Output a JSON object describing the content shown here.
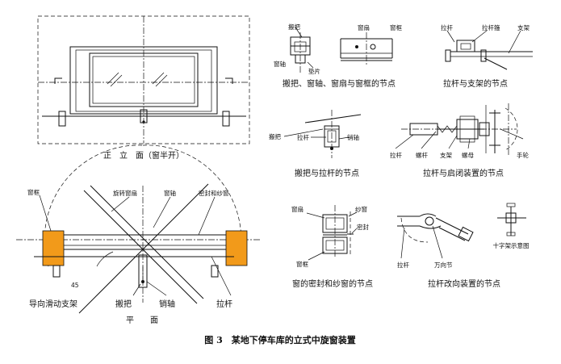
{
  "figure_caption": "图 3　某地下停车库的立式中旋窗装置",
  "elevation": {
    "caption": "正　立　面（窗半开）"
  },
  "plan": {
    "caption": "平　　面",
    "labels": {
      "frame": "窗框",
      "rotating_sash": "旋转窗扇",
      "axle": "窗轴",
      "seal_screen": "密封和纱窗",
      "angle": "45",
      "guide_bracket": "导向滑动支架",
      "handle": "搬把",
      "pin": "销轴",
      "rod": "拉杆"
    }
  },
  "detail_handle_axle": {
    "caption": "搬把、窗轴、窗扇与窗框的节点",
    "labels": {
      "handle": "搬把",
      "sash": "窗扇",
      "frame": "窗框",
      "axle": "窗轴",
      "gasket": "垫片"
    }
  },
  "detail_rod_bracket": {
    "caption": "拉杆与支架的节点",
    "labels": {
      "rod": "拉杆",
      "rod_box": "拉杆箍",
      "bracket": "支架"
    }
  },
  "detail_handle_rod": {
    "caption": "搬把与拉杆的节点",
    "labels": {
      "handle": "搬把",
      "rod": "拉杆",
      "pin": "销轴"
    }
  },
  "detail_rod_opener": {
    "caption": "拉杆与启闭装置的节点",
    "labels": {
      "rod": "拉杆",
      "screw_rod": "螺杆",
      "bracket": "支架",
      "nut": "螺母",
      "handwheel": "手轮"
    }
  },
  "detail_seal": {
    "caption": "窗的密封和纱窗的节点",
    "labels": {
      "sash": "窗扇",
      "screen": "纱窗",
      "seal": "密封",
      "frame": "窗框"
    }
  },
  "detail_redirect": {
    "caption": "拉杆改向装置的节点",
    "labels": {
      "rod": "拉杆",
      "universal": "万向节",
      "cross_bracket": "十字架示意图"
    }
  }
}
